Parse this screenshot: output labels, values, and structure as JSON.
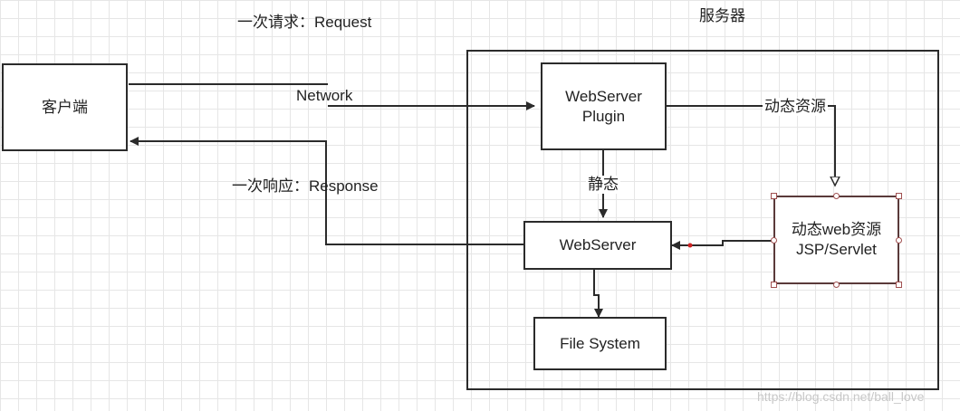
{
  "labels": {
    "request": "一次请求：Request",
    "server_title": "服务器",
    "network": "Network",
    "response": "一次响应：Response",
    "dynamic_resource": "动态资源",
    "static": "静态"
  },
  "nodes": {
    "client": "客户端",
    "plugin_line1": "WebServer",
    "plugin_line2": "Plugin",
    "webserver": "WebServer",
    "file_system": "File System",
    "dynamic_line1": "动态web资源",
    "dynamic_line2": "JSP/Servlet"
  },
  "watermark": "https://blog.csdn.net/ball_love",
  "colors": {
    "stroke": "#2b2b2b",
    "selection": "#a05050",
    "grid": "#e6e6e6",
    "marker_red": "#cc2222"
  }
}
